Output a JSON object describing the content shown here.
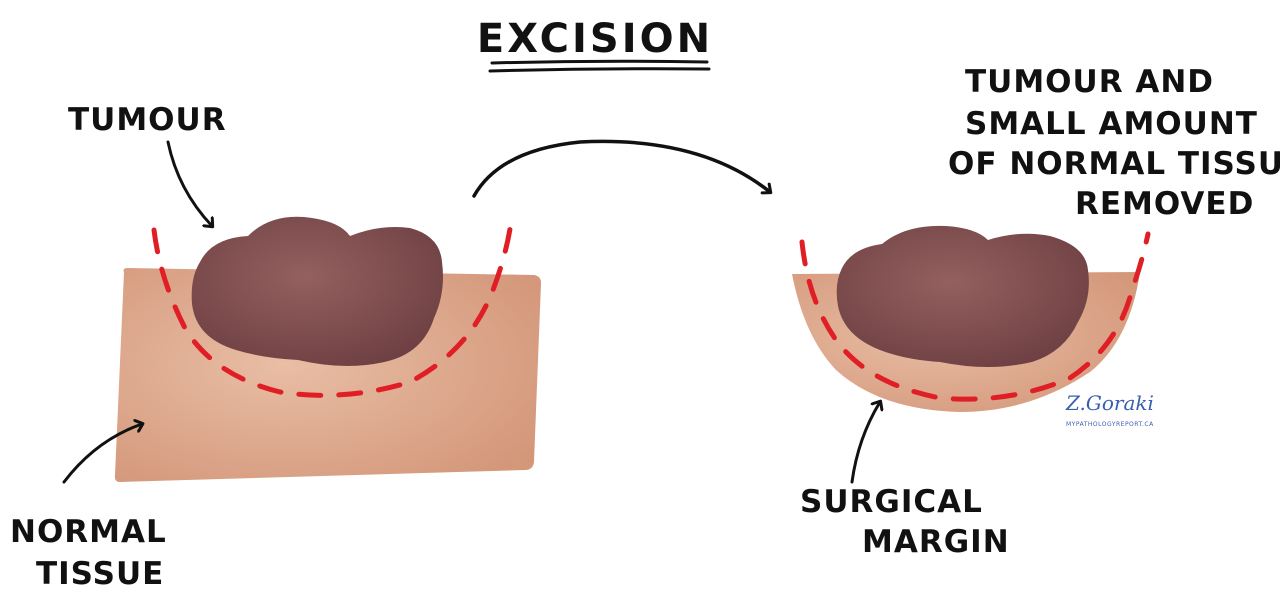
{
  "title": "EXCISION",
  "labels": {
    "tumour": "TUMOUR",
    "normal_tissue": [
      "NORMAL",
      "TISSUE"
    ],
    "removed": [
      "TUMOUR AND",
      "SMALL AMOUNT",
      "OF NORMAL TISSUE",
      "REMOVED"
    ],
    "surgical_margin": [
      "SURGICAL",
      "MARGIN"
    ]
  },
  "signature": {
    "name": "Z.Goraki",
    "site": "MYPATHOLOGYREPORT.CA"
  },
  "colors": {
    "tissue": "#dba081",
    "tissue_highlight": "#e8bea5",
    "tumour": "#8b5558",
    "tumour_shade": "#6e4043",
    "margin_dash": "#e01e26",
    "ink": "#111111",
    "signature": "#3a5fb0"
  },
  "icons": [
    "curved-arrow-right",
    "pointer-arrow"
  ]
}
